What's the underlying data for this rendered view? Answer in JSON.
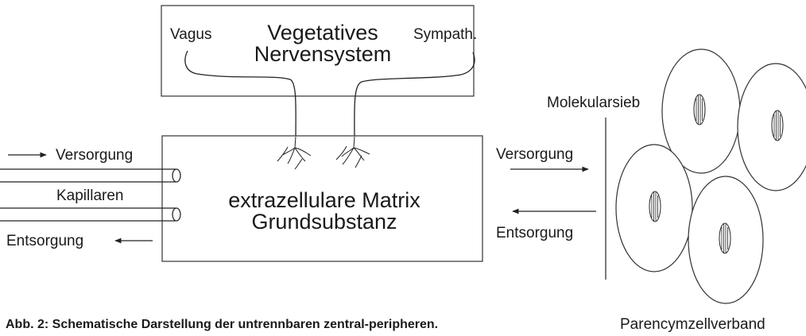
{
  "nervous_system": {
    "vagus": "Vagus",
    "title_line1": "Vegetatives",
    "title_line2": "Nervensystem",
    "sympathicus": "Sympath."
  },
  "matrix": {
    "line1": "extrazellulare Matrix",
    "line2": "Grundsubstanz"
  },
  "left": {
    "supply": "Versorgung",
    "capillaries": "Kapillaren",
    "disposal": "Entsorgung"
  },
  "right": {
    "supply": "Versorgung",
    "disposal": "Entsorgung",
    "molecular_sieve": "Molekularsieb",
    "parenchyma": "Parencymzellverband"
  },
  "caption": "Abb. 2: Schematische Darstellung der untrennbaren zentral-peripheren."
}
